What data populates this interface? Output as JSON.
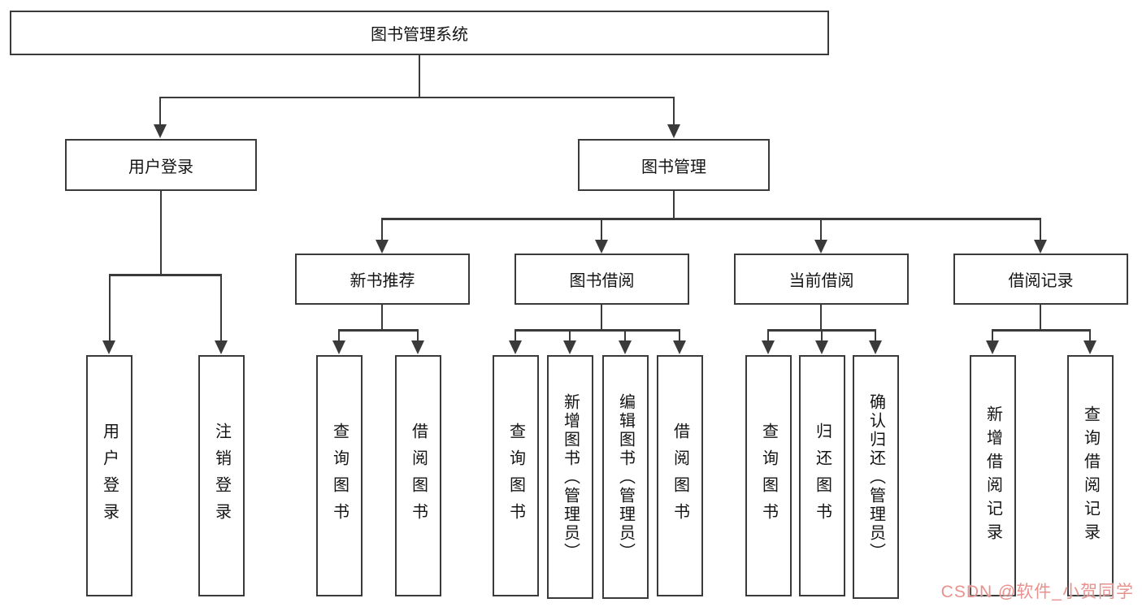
{
  "diagram_title": "图书管理系统",
  "colors": {
    "line": "#3a3a3a",
    "box_border": "#3a3a3a",
    "box_fill": "#ffffff",
    "text": "#141414",
    "watermark": "#e8918d"
  },
  "tree": {
    "root": "图书管理系统",
    "level2": [
      {
        "label": "用户登录"
      },
      {
        "label": "图书管理"
      }
    ],
    "level3": [
      {
        "label": "新书推荐"
      },
      {
        "label": "图书借阅"
      },
      {
        "label": "当前借阅"
      },
      {
        "label": "借阅记录"
      }
    ],
    "leaves": {
      "login": [
        "用户登录",
        "注销登录"
      ],
      "newbook": [
        "查询图书",
        "借阅图书"
      ],
      "borrow": [
        "查询图书",
        "新增图书（管理员）",
        "编辑图书（管理员）",
        "借阅图书"
      ],
      "current": [
        "查询图书",
        "归还图书",
        "确认归还（管理员）"
      ],
      "records": [
        "新增借阅记录",
        "查询借阅记录"
      ]
    }
  },
  "watermark": {
    "text": "CSDN @软件_小贺同学"
  }
}
